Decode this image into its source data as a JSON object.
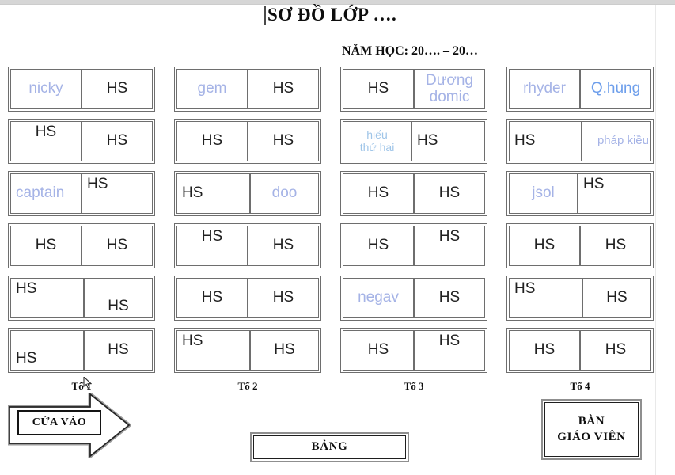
{
  "header": {
    "title": "SƠ ĐỒ LỚP ….",
    "subtitle": "NĂM HỌC: 20…. – 20…"
  },
  "groups": [
    {
      "label": "Tổ 1",
      "desks": [
        [
          {
            "text": "nicky",
            "color": "#a5b3e6"
          },
          {
            "text": "HS"
          }
        ],
        [
          {
            "text": "HS",
            "v": "t"
          },
          {
            "text": "HS"
          }
        ],
        [
          {
            "text": "captain",
            "color": "#a5b3e6",
            "h": "l"
          },
          {
            "text": "HS",
            "h": "l",
            "v": "t"
          }
        ],
        [
          {
            "text": "HS"
          },
          {
            "text": "HS"
          }
        ],
        [
          {
            "text": "HS",
            "h": "l",
            "v": "t"
          },
          {
            "text": "HS",
            "v": "b"
          }
        ],
        [
          {
            "text": "HS",
            "h": "l",
            "v": "b"
          },
          {
            "text": "HS"
          }
        ]
      ]
    },
    {
      "label": "Tổ 2",
      "desks": [
        [
          {
            "text": "gem",
            "color": "#a5b3e6"
          },
          {
            "text": "HS"
          }
        ],
        [
          {
            "text": "HS"
          },
          {
            "text": "HS"
          }
        ],
        [
          {
            "text": "HS",
            "h": "l"
          },
          {
            "text": "doo",
            "color": "#a5b3e6"
          }
        ],
        [
          {
            "text": "HS",
            "v": "t"
          },
          {
            "text": "HS"
          }
        ],
        [
          {
            "text": "HS"
          },
          {
            "text": "HS"
          }
        ],
        [
          {
            "text": "HS",
            "h": "l",
            "v": "t"
          },
          {
            "text": "HS"
          }
        ]
      ]
    },
    {
      "label": "Tổ 3",
      "desks": [
        [
          {
            "text": "HS"
          },
          {
            "text": "Dương\ndomic",
            "color": "#a5b3e6"
          }
        ],
        [
          {
            "text": "hiếu\nthứ hai",
            "color": "#9fc5e8",
            "size": 14
          },
          {
            "text": "HS",
            "h": "l"
          }
        ],
        [
          {
            "text": "HS"
          },
          {
            "text": "HS"
          }
        ],
        [
          {
            "text": "HS"
          },
          {
            "text": "HS",
            "v": "t"
          }
        ],
        [
          {
            "text": "negav",
            "color": "#a5b3e6"
          },
          {
            "text": "HS"
          }
        ],
        [
          {
            "text": "HS"
          },
          {
            "text": "HS",
            "v": "t"
          }
        ]
      ]
    },
    {
      "label": "Tổ 4",
      "desks": [
        [
          {
            "text": "rhyder",
            "color": "#a5b3e6"
          },
          {
            "text": "Q.hùng",
            "color": "#6d9eeb"
          }
        ],
        [
          {
            "text": "HS",
            "h": "l"
          },
          {
            "text": "pháp kiều",
            "color": "#a5b3e6",
            "size": 15,
            "h": "r"
          }
        ],
        [
          {
            "text": "jsol",
            "color": "#a5b3e6"
          },
          {
            "text": "HS",
            "h": "l",
            "v": "t"
          }
        ],
        [
          {
            "text": "HS"
          },
          {
            "text": "HS"
          }
        ],
        [
          {
            "text": "HS",
            "h": "l",
            "v": "t"
          },
          {
            "text": "HS"
          }
        ],
        [
          {
            "text": "HS"
          },
          {
            "text": "HS"
          }
        ]
      ]
    }
  ],
  "furniture": {
    "entrance_label": "CỬA VÀO",
    "board_label": "BẢNG",
    "teacher_desk_label": "BÀN\nGIÁO VIÊN"
  },
  "colors": {
    "name_periwinkle": "#a5b3e6",
    "name_lightblue": "#9fc5e8",
    "name_blue": "#6d9eeb",
    "student_text": "#212121",
    "desk_border": "#6e6e6e",
    "topbar": "#d6d6d6"
  }
}
